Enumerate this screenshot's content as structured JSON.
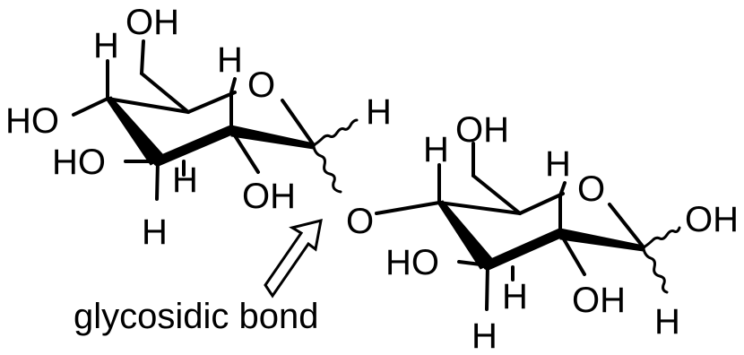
{
  "caption": "glycosidic bond",
  "atoms": {
    "OH": "OH",
    "HO": "HO",
    "O": "O",
    "H": "H"
  },
  "colors": {
    "ink": "#000000",
    "background": "#ffffff"
  }
}
